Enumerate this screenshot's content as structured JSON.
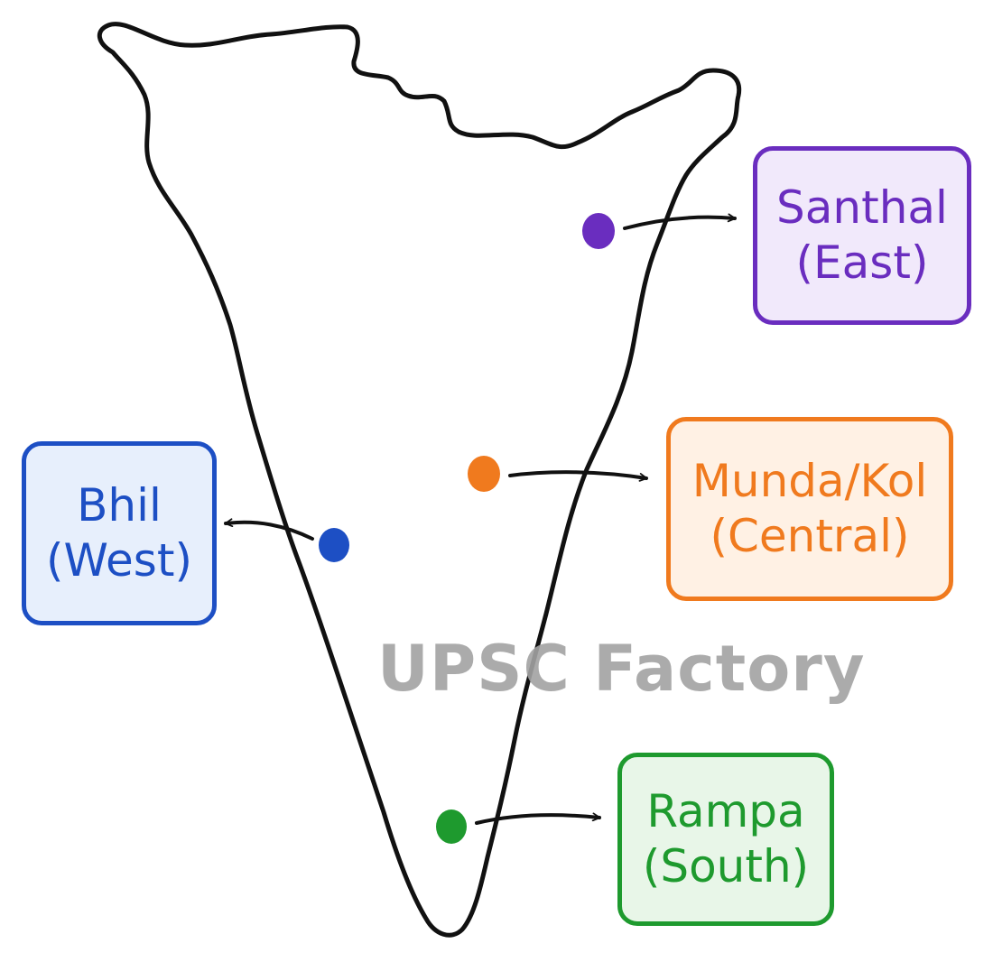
{
  "map": {
    "outline_color": "#111111"
  },
  "regions": [
    {
      "key": "santhal",
      "name": "Santhal",
      "direction": "(East)",
      "color": "#6a2dbf",
      "fill": "#f1e9fb"
    },
    {
      "key": "munda",
      "name": "Munda/Kol",
      "direction": "(Central)",
      "color": "#f07a1e",
      "fill": "#fff1e4"
    },
    {
      "key": "bhil",
      "name": "Bhil",
      "direction": "(West)",
      "color": "#1d4fc4",
      "fill": "#e7effc"
    },
    {
      "key": "rampa",
      "name": "Rampa",
      "direction": "(South)",
      "color": "#1e9a2e",
      "fill": "#e8f6e8"
    }
  ],
  "watermark": {
    "text": "UPSC Factory",
    "color": "#a3a3a3"
  }
}
